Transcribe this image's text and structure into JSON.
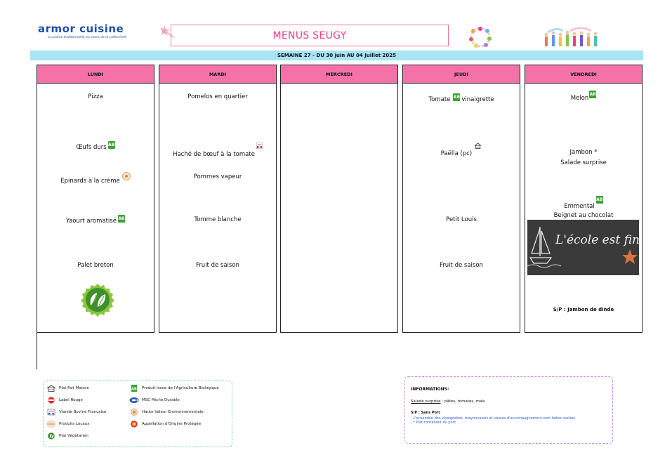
{
  "brand": {
    "name": "armor cuisine",
    "tagline": "la cuisine traditionnelle au coeur de la collectivité"
  },
  "title": "MENUS SEUGY",
  "week": "SEMAINE 27 - DU 30 juin AU 04  Juillet 2025",
  "colors": {
    "header_pink": "#f472a8",
    "title_pink": "#e8408a",
    "week_blue": "#a6e4f6",
    "bio_green": "#3aa235",
    "info_blue": "#2b5fc7"
  },
  "days": [
    {
      "name": "LUNDI",
      "dishes": [
        "Pizza",
        "Œufs durs",
        "Epinards à la crème",
        "Yaourt aromatisé",
        "Palet breton"
      ]
    },
    {
      "name": "MARDI",
      "dishes": [
        "Pomelos en quartier",
        "Haché de bœuf à la tomate",
        "Pommes vapeur",
        "Tomme blanche",
        "Fruit de saison"
      ]
    },
    {
      "name": "MERCREDI",
      "dishes": []
    },
    {
      "name": "JEUDI",
      "dishes": [
        "Tomate",
        "vinaigrette",
        "Paëlla (pc)",
        "Petit Louis",
        "Fruit de saison"
      ]
    },
    {
      "name": "VENDREDI",
      "dishes": [
        "Melon",
        "Jambon *",
        "Salade surprise",
        "Emmental",
        "Beignet au chocolat"
      ],
      "chalk_text": "L'école est finie",
      "sp": "S/P :  Jambon de dinde"
    }
  ],
  "bio_mark": "AB",
  "legend": [
    {
      "icon": "house-icon",
      "label": "Plat Fait Maison"
    },
    {
      "icon": "label-rouge-icon",
      "label": "Label Rouge"
    },
    {
      "icon": "vbf-icon",
      "label": "Viande Bovine Française"
    },
    {
      "icon": "local-products-icon",
      "label": "Produits Locaux"
    },
    {
      "icon": "vegetarian-leaf-icon",
      "label": "Plat Végétarien"
    },
    {
      "icon": "bio-ab-icon",
      "label": "Produit Issue de l'Agriculture Biologique"
    },
    {
      "icon": "msc-fish-icon",
      "label": "MSC Pêche Durable"
    },
    {
      "icon": "hve-icon",
      "label": "Haute Valeur Environnementale"
    },
    {
      "icon": "aop-icon",
      "label": "Appellation d'Origine Protégée"
    }
  ],
  "info": {
    "title": "INFORMATIONS:",
    "salade_label": "Salade surprise",
    "salade_text": " : pâtes, tomates, maïs",
    "sp_title": "S/P : Sans Porc",
    "notes": [
      "- L'ensemble des vinaigrettes, mayonnaises et sauces d'accompagnement sont faites maison",
      "- * Plat contenant du porc"
    ]
  }
}
